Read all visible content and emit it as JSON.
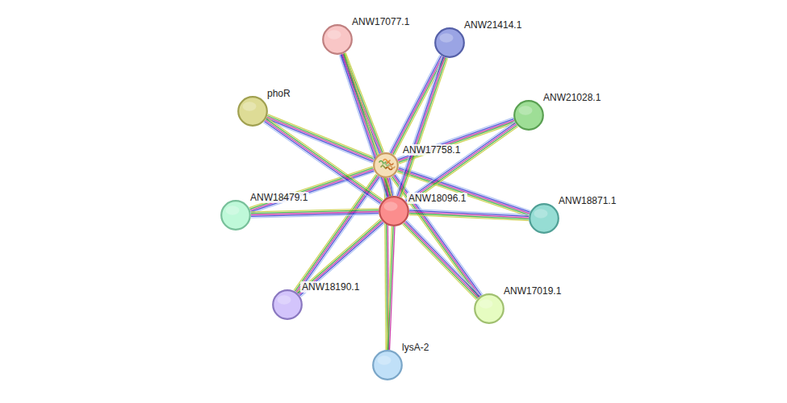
{
  "diagram": {
    "nodes": [
      {
        "text": [
          "ANW17077.1"
        ]
      },
      {
        "text": [
          "ANW21414.1"
        ]
      },
      {
        "text": [
          "phoR"
        ]
      },
      {
        "text": [
          "ANW21028.1"
        ]
      },
      {
        "text": [
          "ANW17758.1"
        ]
      },
      {
        "text": [
          "ANW18096.1"
        ]
      },
      {
        "text": [
          "ANW18479.1"
        ]
      },
      {
        "text": [
          "ANW18871.1"
        ]
      },
      {
        "text": [
          "ANW18190.1"
        ]
      },
      {
        "text": [
          "ANW17019.1"
        ]
      },
      {
        "text": [
          "lysA-2"
        ]
      }
    ],
    "edges": [
      {
        "from": 4,
        "to": 5,
        "arrow": "none"
      },
      {
        "from": 4,
        "to": 0,
        "arrow": "none"
      },
      {
        "from": 4,
        "to": 1,
        "arrow": "none"
      },
      {
        "from": 4,
        "to": 2,
        "arrow": "none"
      },
      {
        "from": 4,
        "to": 3,
        "arrow": "none"
      },
      {
        "from": 4,
        "to": 6,
        "arrow": "none"
      },
      {
        "from": 4,
        "to": 7,
        "arrow": "none"
      },
      {
        "from": 4,
        "to": 8,
        "arrow": "none"
      },
      {
        "from": 4,
        "to": 9,
        "arrow": "none"
      },
      {
        "from": 4,
        "to": 10,
        "arrow": "none"
      },
      {
        "from": 5,
        "to": 0,
        "arrow": "none"
      },
      {
        "from": 5,
        "to": 1,
        "arrow": "none"
      },
      {
        "from": 5,
        "to": 2,
        "arrow": "none"
      },
      {
        "from": 5,
        "to": 3,
        "arrow": "none"
      },
      {
        "from": 5,
        "to": 6,
        "arrow": "none"
      },
      {
        "from": 5,
        "to": 7,
        "arrow": "none"
      },
      {
        "from": 5,
        "to": 8,
        "arrow": "none"
      },
      {
        "from": 5,
        "to": 9,
        "arrow": "none"
      },
      {
        "from": 5,
        "to": 10,
        "arrow": "none"
      }
    ]
  }
}
